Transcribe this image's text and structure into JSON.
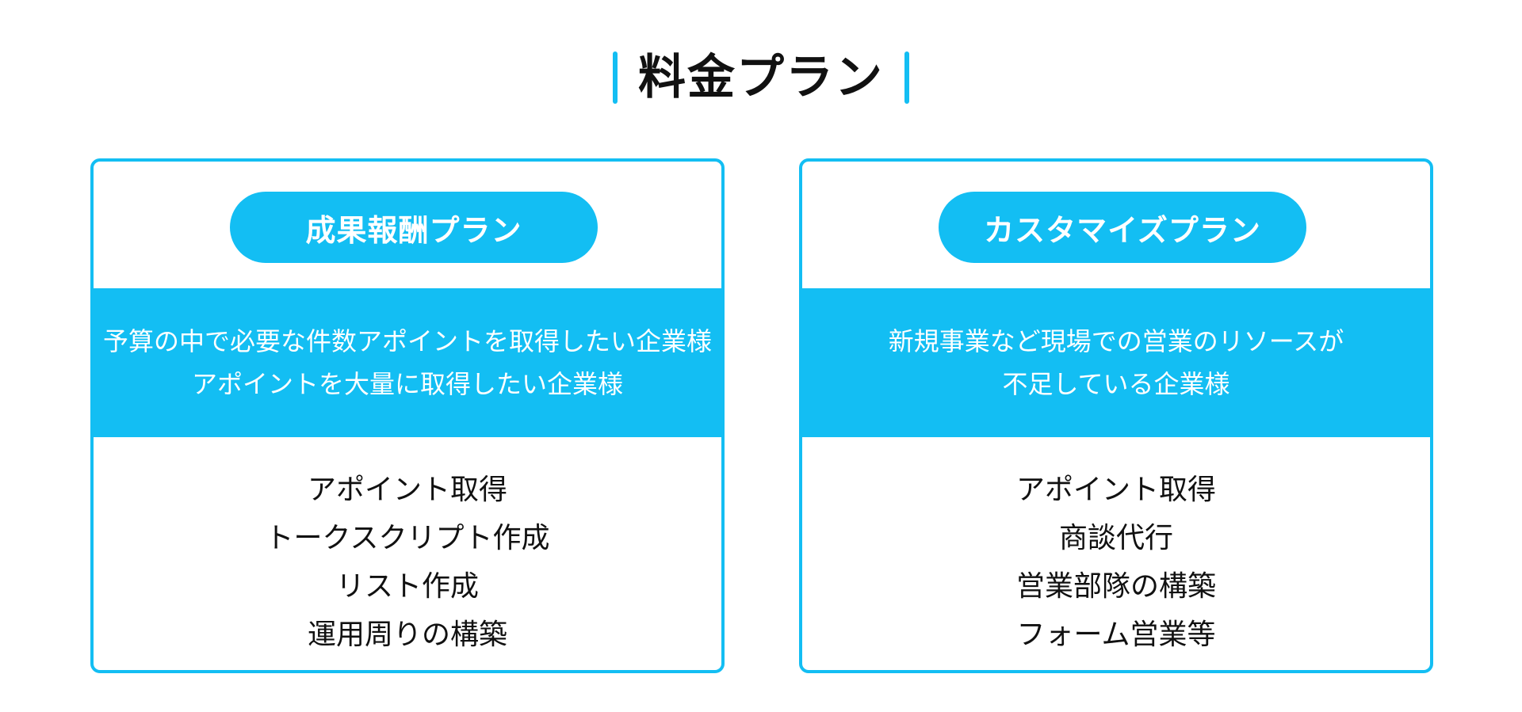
{
  "header": {
    "title": "料金プラン"
  },
  "plans": [
    {
      "name": "成果報酬プラン",
      "target_lines": [
        "予算の中で必要な件数アポイントを取得したい企業様",
        "アポイントを大量に取得したい企業様"
      ],
      "features": [
        "アポイント取得",
        "トークスクリプト作成",
        "リスト作成",
        "運用周りの構築"
      ]
    },
    {
      "name": "カスタマイズプラン",
      "target_lines": [
        "新規事業など現場での営業のリソースが",
        "不足している企業様"
      ],
      "features": [
        "アポイント取得",
        "商談代行",
        "営業部隊の構築",
        "フォーム営業等"
      ]
    }
  ],
  "colors": {
    "accent": "#13bef3",
    "text": "#111111",
    "background": "#ffffff"
  }
}
